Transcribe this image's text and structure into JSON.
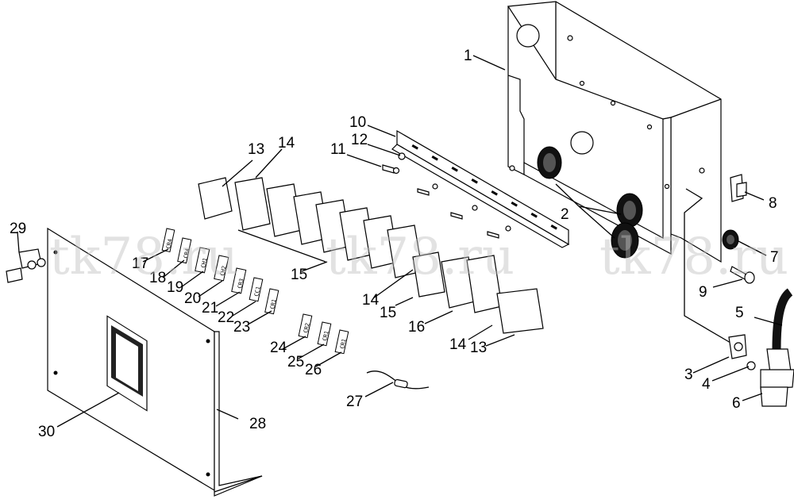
{
  "watermark": "tk78.ru",
  "callouts": {
    "c1": "1",
    "c2": "2",
    "c3": "3",
    "c4": "4",
    "c5": "5",
    "c6": "6",
    "c7": "7",
    "c8": "8",
    "c9": "9",
    "c10": "10",
    "c11": "11",
    "c12": "12",
    "c13a": "13",
    "c13b": "13",
    "c14a": "14",
    "c14b": "14",
    "c14c": "14",
    "c15a": "15",
    "c15b": "15",
    "c16": "16",
    "c17": "17",
    "c18": "18",
    "c19": "19",
    "c20": "20",
    "c21": "21",
    "c22": "22",
    "c23": "23",
    "c24": "24",
    "c25": "25",
    "c26": "26",
    "c27": "27",
    "c28": "28",
    "c29": "29",
    "c30": "30"
  },
  "tags": [
    "CR4",
    "CR4",
    "CH1",
    "CH2",
    "CR3",
    "CC1",
    "CR1",
    "CR2",
    "CR1",
    "CR1"
  ]
}
